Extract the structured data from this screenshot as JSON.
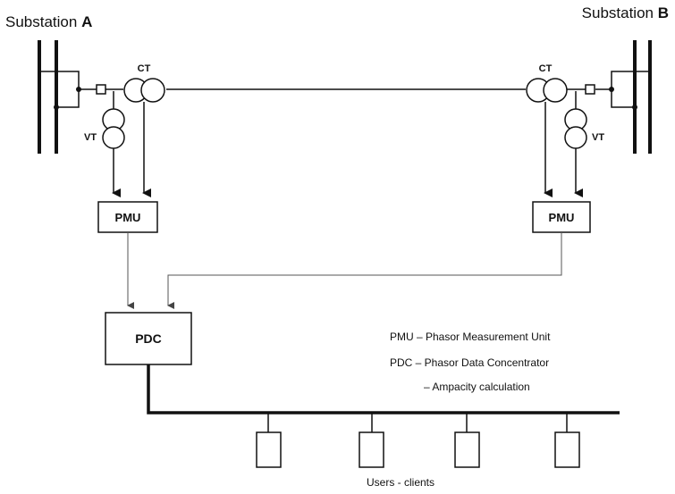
{
  "substations": {
    "a": {
      "prefix": "Substation ",
      "letter": "A"
    },
    "b": {
      "prefix": "Substation ",
      "letter": "B"
    }
  },
  "instruments": {
    "ct_left": "CT",
    "ct_right": "CT",
    "vt_left": "VT",
    "vt_right": "VT"
  },
  "units": {
    "pmu_left": "PMU",
    "pmu_right": "PMU",
    "pdc": "PDC"
  },
  "legend": {
    "line1": "PMU – Phasor Measurement Unit",
    "line2": "PDC – Phasor Data Concentrator",
    "line3": "– Ampacity calculation"
  },
  "clients": {
    "label": "Users - clients",
    "count": 4
  }
}
